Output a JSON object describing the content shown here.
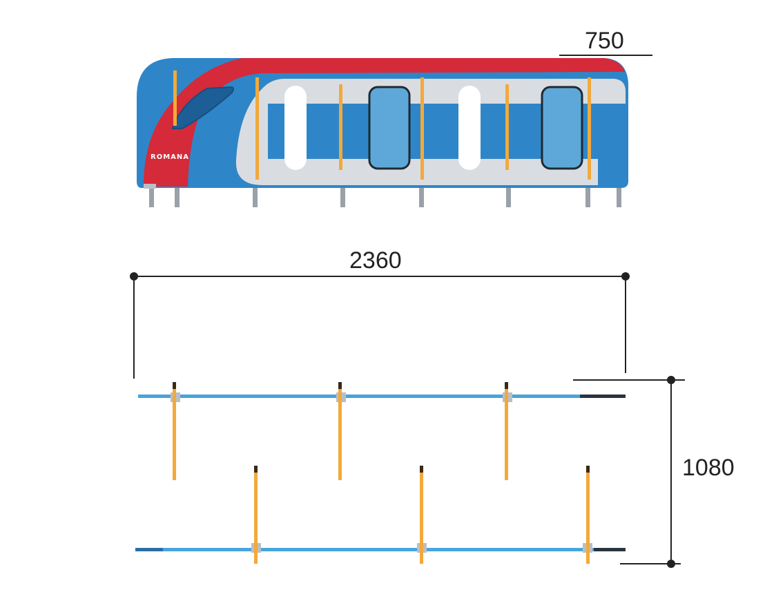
{
  "dimensions": {
    "height_label": "750",
    "length_label": "2360",
    "width_label": "1080"
  },
  "train": {
    "brand_text": "ROMANA"
  },
  "colors": {
    "body_blue": "#2e86c8",
    "stripe_red": "#d42a3a",
    "panel_grey": "#d9dde2",
    "window_blue": "#5da8d8",
    "pole_orange": "#f3a93a",
    "dimension_line": "#222222"
  }
}
